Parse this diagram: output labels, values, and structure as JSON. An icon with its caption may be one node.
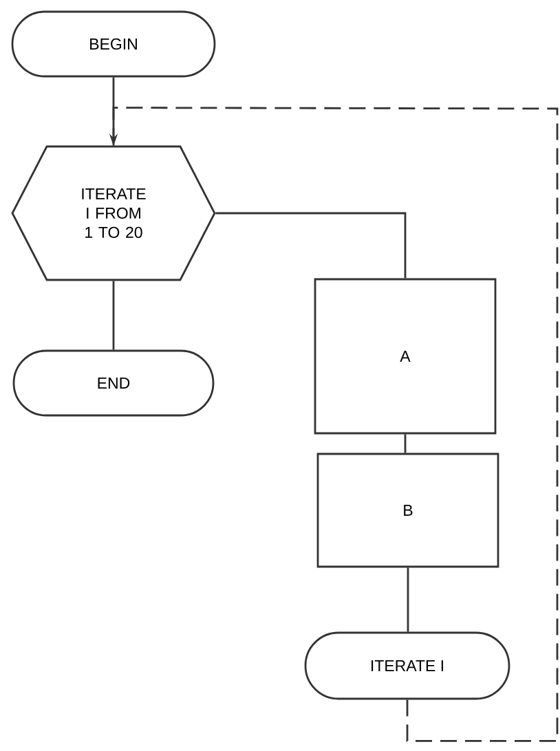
{
  "diagram": {
    "nodes": [
      {
        "text": [
          "BEGIN"
        ]
      },
      {
        "text": [
          "ITERATE I FROM 1 TO 20"
        ]
      },
      {
        "text": [
          "END"
        ]
      },
      {
        "text": [
          "A"
        ]
      },
      {
        "text": [
          "B"
        ]
      },
      {
        "text": [
          "ITERATE I"
        ]
      }
    ],
    "edges": [
      {
        "from": 0,
        "to": 1,
        "arrow": "none"
      },
      {
        "from": 1,
        "to": 2,
        "arrow": "none"
      },
      {
        "from": 1,
        "to": 3,
        "arrow": "none"
      },
      {
        "from": 3,
        "to": 4,
        "arrow": "none"
      },
      {
        "from": 4,
        "to": 5,
        "arrow": "none"
      },
      {
        "from": 5,
        "to": 1,
        "arrow": "to",
        "style": "dashed"
      }
    ]
  }
}
